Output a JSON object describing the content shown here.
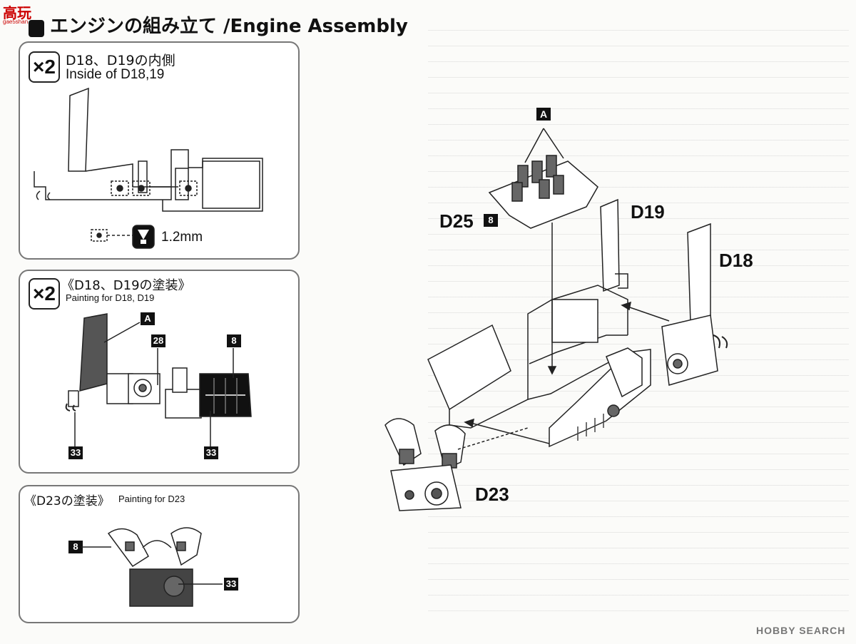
{
  "watermark_top": {
    "logo_text": "高玩",
    "site": "gae5shan.com"
  },
  "header": {
    "title": "エンジンの組み立て /Engine Assembly"
  },
  "panel1": {
    "multiplier": "×2",
    "title_jp": "D18、D19の内側",
    "title_en": "Inside of D18,19",
    "drill_size": "1.2mm"
  },
  "panel2": {
    "multiplier": "×2",
    "title_jp": "《D18、D19の塗装》",
    "title_en": "Painting for D18, D19",
    "callouts": [
      "A",
      "28",
      "8",
      "33",
      "33"
    ]
  },
  "panel3": {
    "title_jp": "《D23の塗装》",
    "title_en": "Painting for D23",
    "callouts": [
      "8",
      "33"
    ]
  },
  "assembly": {
    "part_a": "A",
    "d25": "D25",
    "d25_color": "8",
    "d19": "D19",
    "d18": "D18",
    "d23": "D23"
  },
  "watermark_bottom": {
    "text": "HOBBY SEARCH"
  }
}
